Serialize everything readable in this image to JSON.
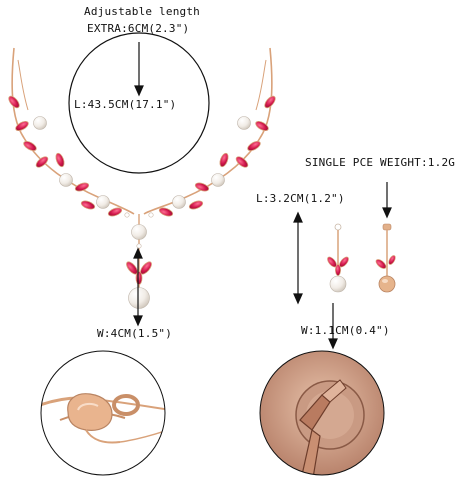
{
  "labels": {
    "adjustable": "Adjustable length",
    "extra": "EXTRA:6CM(2.3\")",
    "length": "L:43.5CM(17.1\")",
    "pendant_width": "W:4CM(1.5\")",
    "weight": "SINGLE PCE WEIGHT:1.2G",
    "earring_length": "L:3.2CM(1.2\")",
    "earring_width": "W:1.1CM(0.4\")"
  },
  "colors": {
    "gold": "#d9a27a",
    "ruby": "#d0164a",
    "pearl": "#f3efea",
    "arrow": "#111111"
  },
  "icons": [
    "dimension-arrow-icon",
    "lobster-clasp-icon",
    "earring-post-icon"
  ]
}
